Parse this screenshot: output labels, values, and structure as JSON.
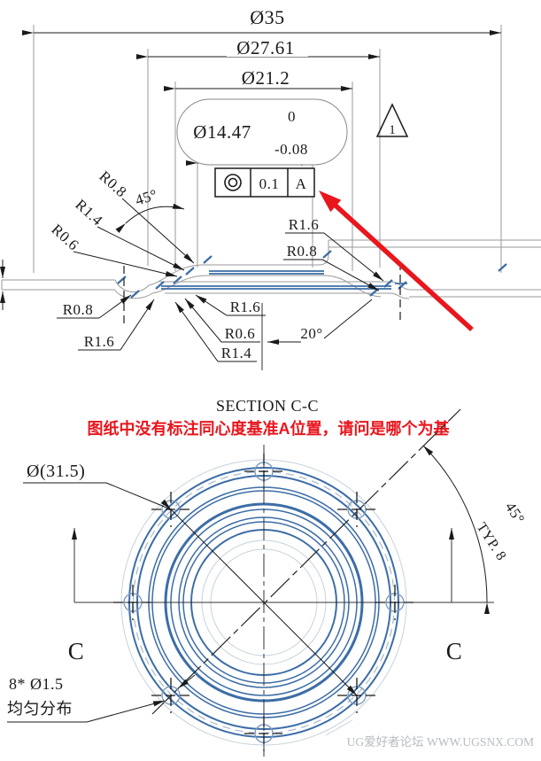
{
  "section": {
    "title": "SECTION C-C",
    "d35": "Ø35",
    "d2761": "Ø27.61",
    "d212": "Ø21.2",
    "hole_dim": "Ø14.47",
    "tol_upper": "0",
    "tol_lower": "-0.08",
    "rev_flag": "1",
    "fcf": {
      "symbol_name": "concentricity",
      "tolerance": "0.1",
      "datum": "A"
    },
    "angle45": "45°",
    "angle20": "20°",
    "left_rot": [
      "R0.8",
      "R1.4",
      "R0.6"
    ],
    "under_left": [
      "R0.8",
      "R1.6"
    ],
    "under_mid": [
      "R1.6",
      "R0.6",
      "R1.4"
    ],
    "right_labels": [
      "R1.6",
      "R0.8"
    ]
  },
  "question": "图纸中没有标注同心度基准A位置，请问是哪个为基",
  "plan": {
    "dia_ref": "Ø(31.5)",
    "angle": "45°",
    "typ": "TYP. 8",
    "c_left": "C",
    "c_right": "C",
    "holes_line1": "8* Ø1.5",
    "holes_line2": "均匀分布"
  },
  "watermark": "UG爱好者论坛 WWW.UGSNX.COM",
  "colors": {
    "blue": "#3c6da6",
    "red": "#e8161d",
    "line": "#1a1a1a",
    "gray": "#8f8f8f",
    "light": "#c6d1db"
  }
}
